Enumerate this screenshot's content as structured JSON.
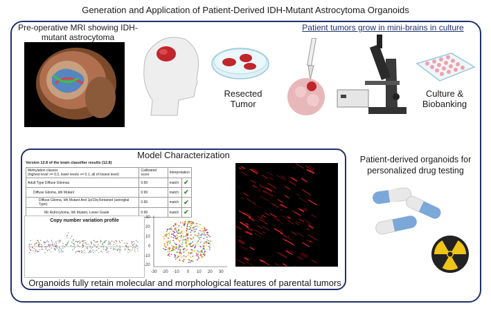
{
  "title": "Generation and Application of Patient-Derived IDH-Mutant Astrocytoma Organoids",
  "mri_label": "Pre-operative MRI showing IDH-mutant astrocytoma",
  "culture_link": "Patient tumors grow in mini-brains in culture",
  "resected_label": "Resected Tumor",
  "culture_label": "Culture & Biobanking",
  "model_title": "Model Characterization",
  "classifier": {
    "heading": "Version 12.8 of the brain classifier results (12.8)",
    "col_classes": "Methylation classes",
    "col_classes_sub": "(highest level >= 0.3, lower levels >= 0.1, all of lowest level)",
    "col_score": "Calibrated score",
    "col_interp": "Interpretation",
    "rows": [
      {
        "label": "Adult Type Diffuse Gliomas",
        "score": "0.99",
        "interp": "match"
      },
      {
        "label": "Diffuse Glioma, Idh Mutant",
        "score": "0.99",
        "interp": "match"
      },
      {
        "label": "Diffuse Glioma, Idh Mutant And 1p/19q Retained (astroglial Type)",
        "score": "0.99",
        "interp": "match"
      },
      {
        "label": "Mc Astrocytoma, Idh Mutant, Lower Grade",
        "score": "0.99",
        "interp": "match"
      }
    ]
  },
  "cnv_title": "Copy number variation profile",
  "tsne_ticks": {
    "y": [
      "30",
      "20",
      "10",
      "0",
      "-10",
      "-20"
    ],
    "x": [
      "-30",
      "-20",
      "-10",
      "0",
      "10",
      "20",
      "30"
    ]
  },
  "model_footer": "Organoids fully retain molecular and morphological features of parental tumors",
  "pdo_label": "Patient-derived organoids for personalized drug testing",
  "colors": {
    "frame": "#1f2f6b",
    "tumor": "#c0262c",
    "pill_blue": "#7ba7d9",
    "radiation": "#f0c419"
  },
  "icons": [
    "mri-head-icon",
    "patient-head-icon",
    "petri-dish-icon",
    "pipette-organoid-icon",
    "microscope-icon",
    "well-plate-icon",
    "pill-icon",
    "radiation-icon"
  ]
}
